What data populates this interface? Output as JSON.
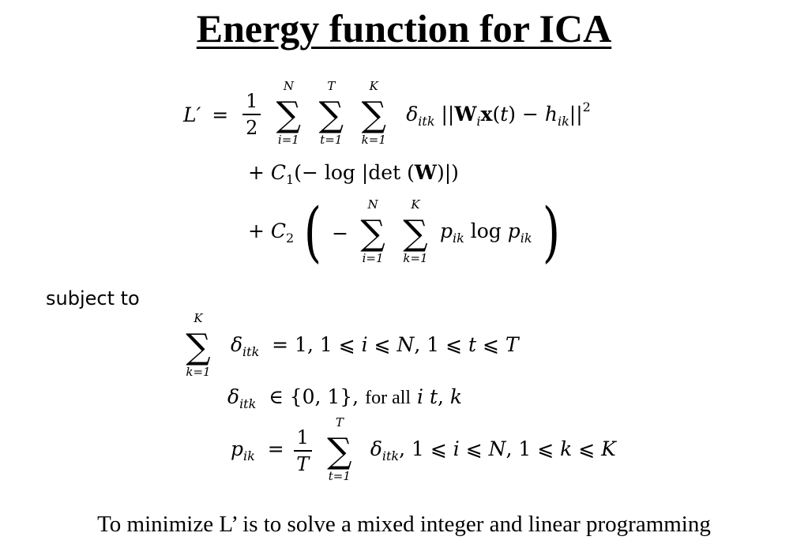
{
  "slide": {
    "title": "Energy function for ICA",
    "subject_to": "subject to",
    "constraint_for_all": "for all",
    "footer": "To minimize L’ is to solve a mixed integer and linear programming"
  }
}
